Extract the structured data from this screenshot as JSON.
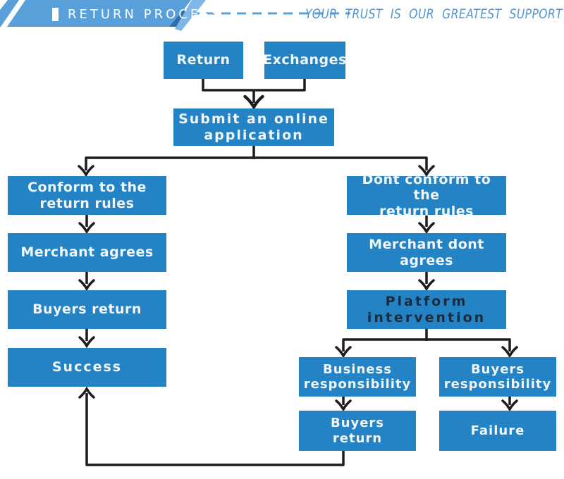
{
  "header": {
    "title": "RETURN PROCESS",
    "tagline": "YOUR TRUST IS OUR GREATEST SUPPORT"
  },
  "colors": {
    "box_blue": "#2483C5",
    "banner_blue": "#59A0DB",
    "banner_fold_dark": "#2E6FAC",
    "banner_tip_light": "#7FB6E6",
    "tagline_blue": "#4E94D8",
    "connector_black": "#1D1D1D",
    "platform_text_dark": "#1B2B3B",
    "node_text": "#F0F6FA"
  },
  "flowchart": {
    "nodes": {
      "return": {
        "label": "Return"
      },
      "exchanges": {
        "label": "Exchanges"
      },
      "submit": {
        "label": "Submit an online\napplication"
      },
      "conform": {
        "label": "Conform to the\nreturn rules"
      },
      "dont_conform": {
        "label": "Dont conform to the\nreturn rules"
      },
      "merchant_agrees": {
        "label": "Merchant agrees"
      },
      "merchant_dont_agrees": {
        "label": "Merchant dont agrees"
      },
      "buyers_return": {
        "label": "Buyers return"
      },
      "platform": {
        "label": "Platform\nintervention"
      },
      "success": {
        "label": "Success"
      },
      "business_resp": {
        "label": "Business\nresponsibility"
      },
      "buyers_resp": {
        "label": "Buyers\nresponsibility"
      },
      "buyers_return_2": {
        "label": "Buyers\nreturn"
      },
      "failure": {
        "label": "Failure"
      }
    }
  }
}
